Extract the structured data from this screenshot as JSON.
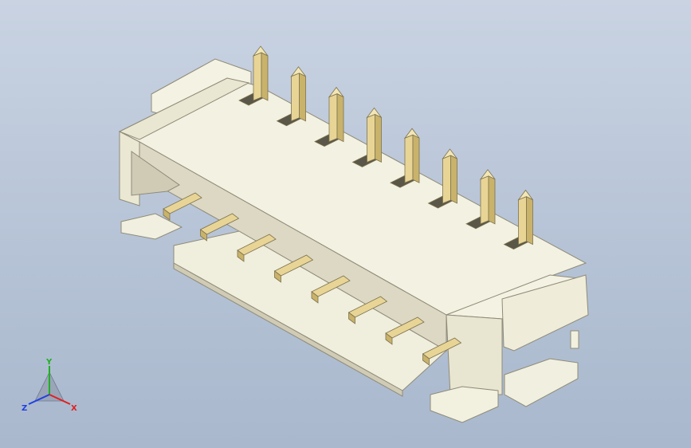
{
  "viewport": {
    "background_top": "#c9d3e2",
    "background_bottom": "#a9b8cd"
  },
  "model": {
    "body_color": "#f2f0df",
    "body_shade": "#d6d2bd",
    "body_dark": "#b9b5a0",
    "pin_color": "#e8d596",
    "pin_shade": "#c9b26a",
    "top_pin_count": 8,
    "bottom_pin_count": 8
  },
  "triad": {
    "x_label": "X",
    "y_label": "Y",
    "z_label": "Z",
    "x_color": "#e02020",
    "y_color": "#20b020",
    "z_color": "#2040e0"
  }
}
